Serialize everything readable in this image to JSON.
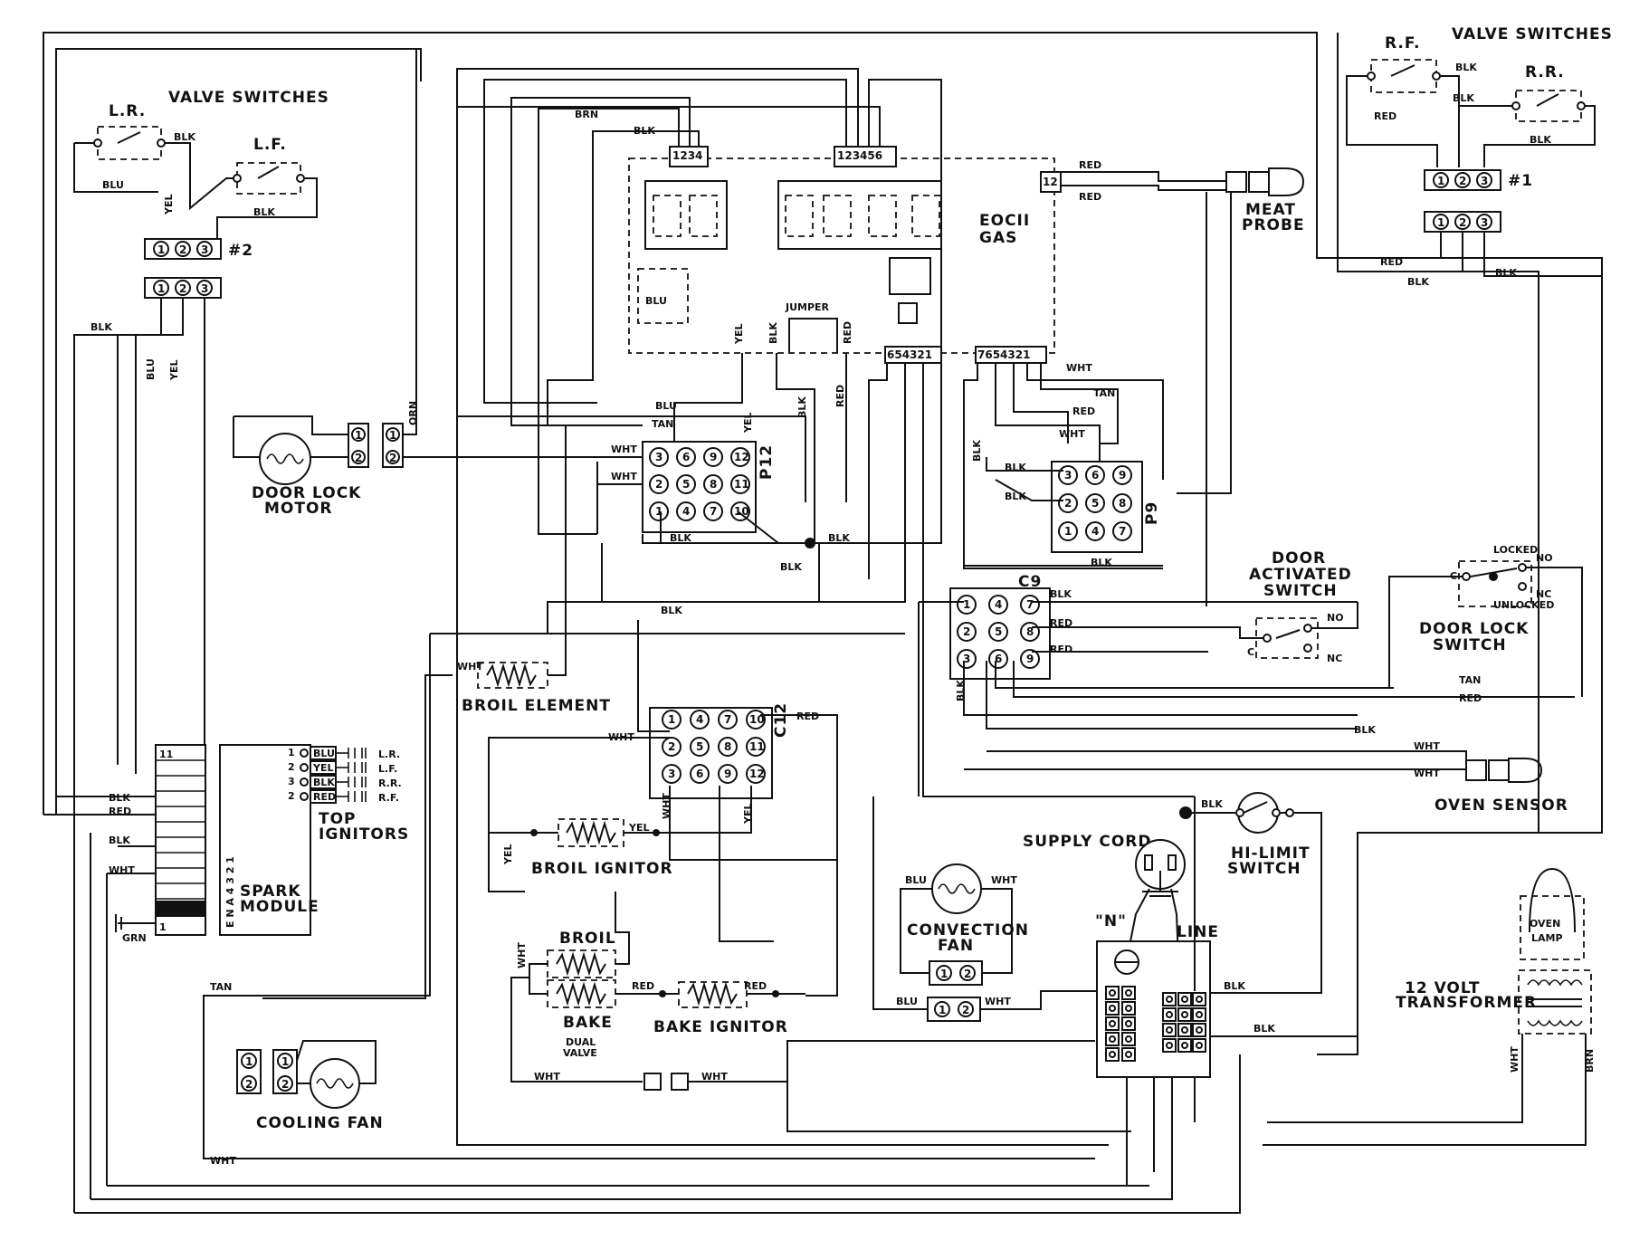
{
  "labels": {
    "valve_switches_left": "VALVE SWITCHES",
    "valve_switches_right": "VALVE SWITCHES",
    "lr": "L.R.",
    "lf": "L.F.",
    "rf": "R.F.",
    "rr": "R.R.",
    "terminal_block_2": "#2",
    "terminal_block_1": "#1",
    "eoc_line1": "EOCII",
    "eoc_line2": "GAS",
    "jumper": "JUMPER",
    "meat_probe_line1": "MEAT",
    "meat_probe_line2": "PROBE",
    "door_lock_motor_line1": "DOOR LOCK",
    "door_lock_motor_line2": "MOTOR",
    "p12": "P12",
    "p9": "P9",
    "c9": "C9",
    "c12": "C12",
    "door_activated_line1": "DOOR",
    "door_activated_line2": "ACTIVATED",
    "door_activated_line3": "SWITCH",
    "door_lock_switch_line1": "DOOR LOCK",
    "door_lock_switch_line2": "SWITCH",
    "locked": "LOCKED",
    "unlocked": "UNLOCKED",
    "broil_element": "BROIL ELEMENT",
    "top_ignitors_line1": "TOP",
    "top_ignitors_line2": "IGNITORS",
    "spark_module_line1": "SPARK",
    "spark_module_line2": "MODULE",
    "oven_sensor": "OVEN SENSOR",
    "supply_cord": "SUPPLY CORD",
    "hi_limit_line1": "HI-LIMIT",
    "hi_limit_line2": "SWITCH",
    "broil_ignitor": "BROIL IGNITOR",
    "convection_fan_line1": "CONVECTION",
    "convection_fan_line2": "FAN",
    "oven_lamp_line1": "OVEN",
    "oven_lamp_line2": "LAMP",
    "neutral": "\"N\"",
    "line": "LINE",
    "transformer_line1": "12 VOLT",
    "transformer_line2": "TRANSFORMER",
    "broil": "BROIL",
    "bake": "BAKE",
    "dual_line1": "DUAL",
    "dual_line2": "VALVE",
    "bake_ignitor": "BAKE IGNITOR",
    "cooling_fan": "COOLING FAN",
    "spark_module_pins": "E N A 4 3 2 1",
    "spark_11": "11",
    "spark_1": "1",
    "no": "NO",
    "nc": "NC",
    "c": "C"
  },
  "wire_colors": {
    "blk": "BLK",
    "blu": "BLU",
    "yel": "YEL",
    "red": "RED",
    "wht": "WHT",
    "tan": "TAN",
    "brn": "BRN",
    "orn": "ORN",
    "grn": "GRN"
  },
  "p12_pins": [
    "3",
    "6",
    "9",
    "12",
    "2",
    "5",
    "8",
    "11",
    "1",
    "4",
    "7",
    "10"
  ],
  "p9_pins": [
    "3",
    "6",
    "9",
    "2",
    "5",
    "8",
    "1",
    "4",
    "7"
  ],
  "c9_pins": [
    "1",
    "4",
    "7",
    "2",
    "5",
    "8",
    "3",
    "6",
    "9"
  ],
  "c12_pins": [
    "1",
    "4",
    "7",
    "10",
    "2",
    "5",
    "8",
    "11",
    "3",
    "6",
    "9",
    "12"
  ],
  "tb_pins": [
    "1",
    "2",
    "3"
  ],
  "pair_pins": [
    "1",
    "2"
  ],
  "header_small": "1234",
  "header_large": "123456",
  "header_lower_left": "654321",
  "header_lower_right": "7654321",
  "header_1_2": "12"
}
